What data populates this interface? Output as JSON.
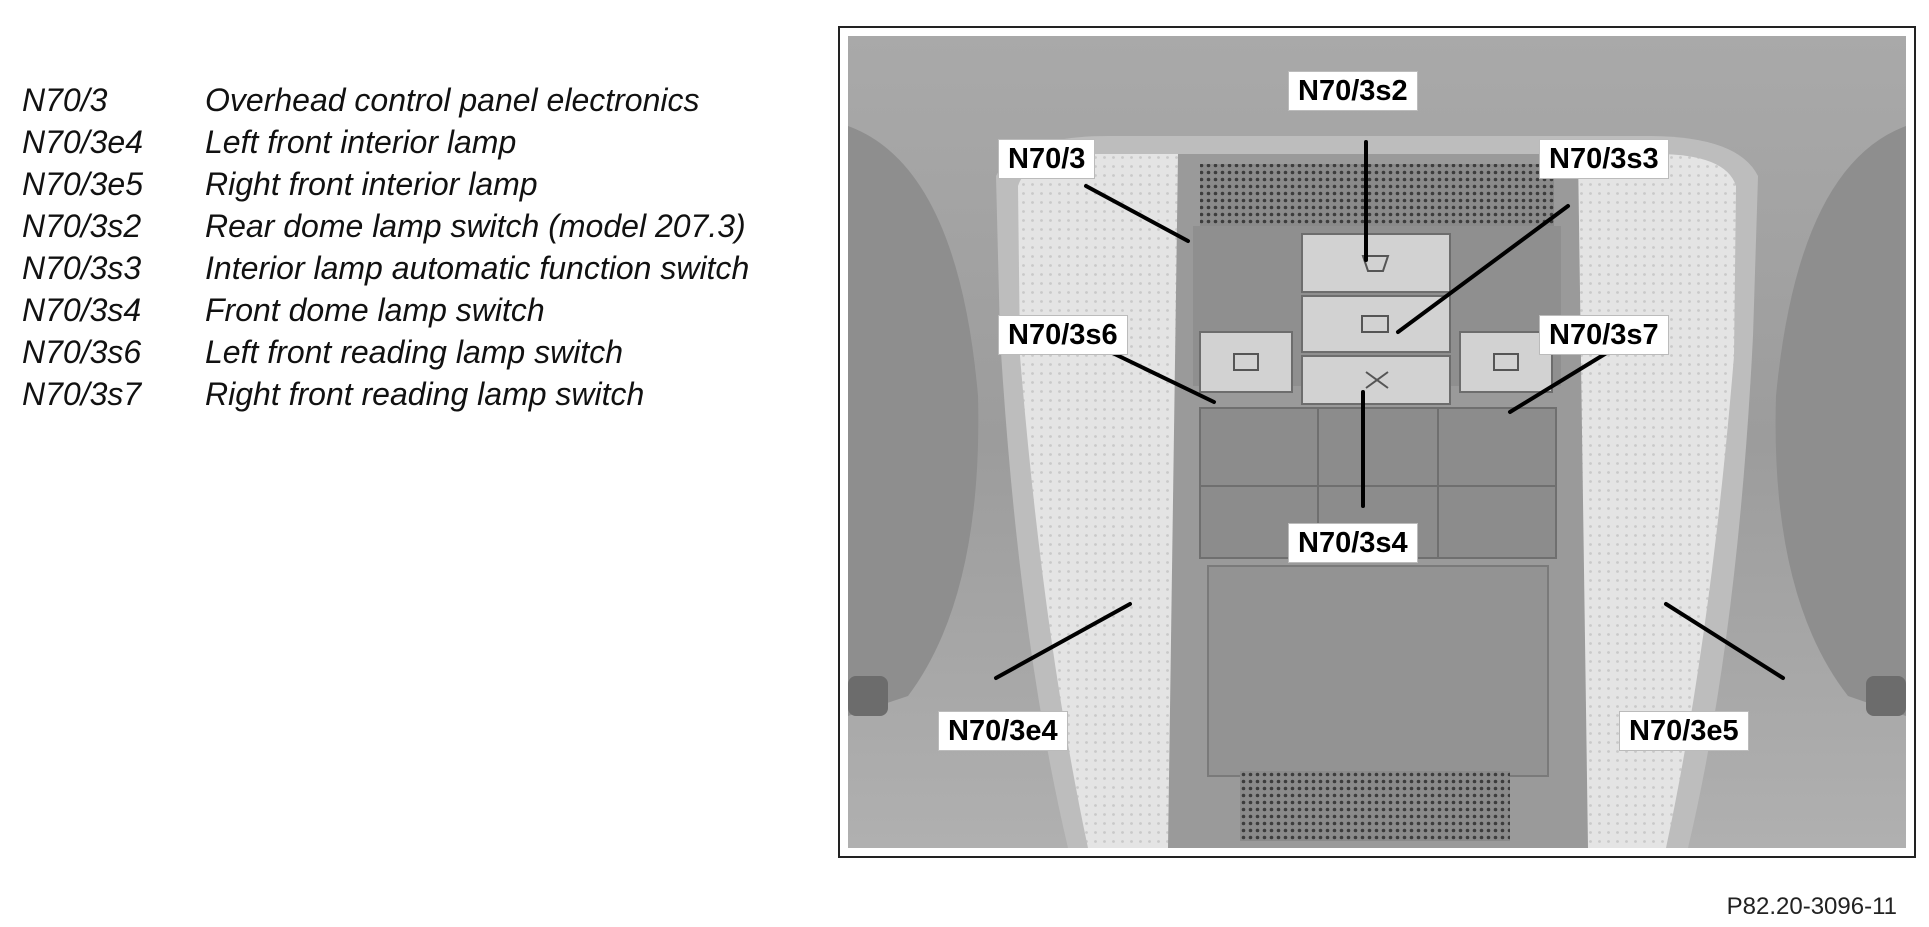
{
  "legend": [
    {
      "code": "N70/3",
      "description": "Overhead control panel electronics"
    },
    {
      "code": "N70/3e4",
      "description": "Left front interior lamp"
    },
    {
      "code": "N70/3e5",
      "description": "Right front interior lamp"
    },
    {
      "code": "N70/3s2",
      "description": "Rear dome lamp switch (model 207.3)"
    },
    {
      "code": "N70/3s3",
      "description": "Interior lamp automatic function switch"
    },
    {
      "code": "N70/3s4",
      "description": "Front dome lamp switch"
    },
    {
      "code": "N70/3s6",
      "description": "Left front reading lamp switch"
    },
    {
      "code": "N70/3s7",
      "description": "Right front reading lamp switch"
    }
  ],
  "callouts": {
    "n70_3": "N70/3",
    "n70_3s2": "N70/3s2",
    "n70_3s3": "N70/3s3",
    "n70_3s6": "N70/3s6",
    "n70_3s7": "N70/3s7",
    "n70_3s4": "N70/3s4",
    "n70_3e4": "N70/3e4",
    "n70_3e5": "N70/3e5"
  },
  "figure_reference": "P82.20-3096-11"
}
